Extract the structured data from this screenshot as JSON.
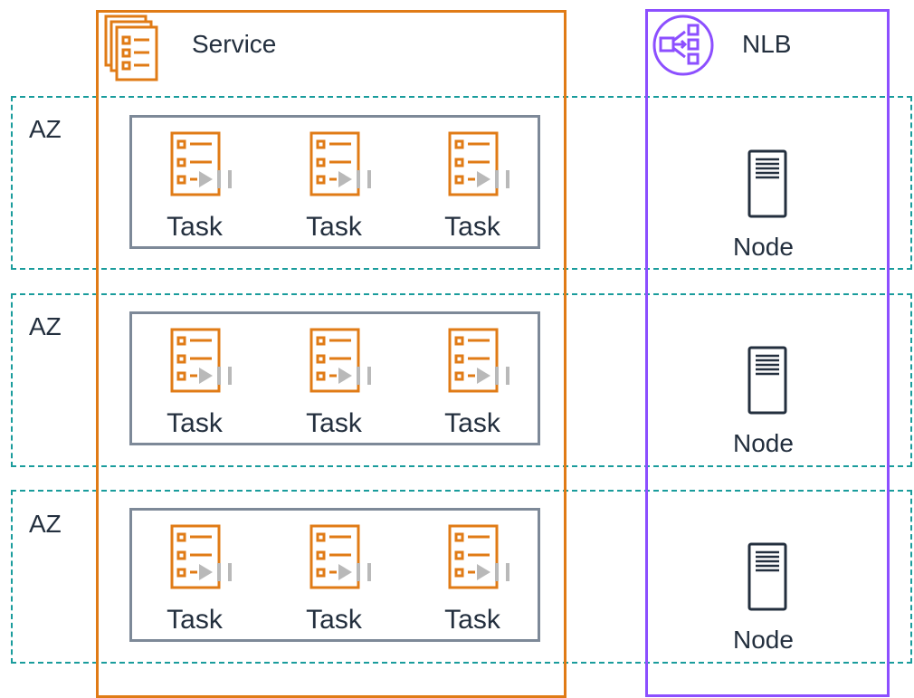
{
  "service": {
    "label": "Service",
    "icon": "ecs-service-icon"
  },
  "nlb": {
    "label": "NLB",
    "icon": "network-load-balancer-icon"
  },
  "availability_zones": [
    {
      "label": "AZ",
      "tasks": [
        "Task",
        "Task",
        "Task"
      ],
      "node": "Node"
    },
    {
      "label": "AZ",
      "tasks": [
        "Task",
        "Task",
        "Task"
      ],
      "node": "Node"
    },
    {
      "label": "AZ",
      "tasks": [
        "Task",
        "Task",
        "Task"
      ],
      "node": "Node"
    }
  ],
  "colors": {
    "service_border": "#e07b16",
    "nlb_border": "#8c4fff",
    "az_border": "#1a9c9c",
    "task_group_border": "#7d8998",
    "text": "#232f3e"
  }
}
